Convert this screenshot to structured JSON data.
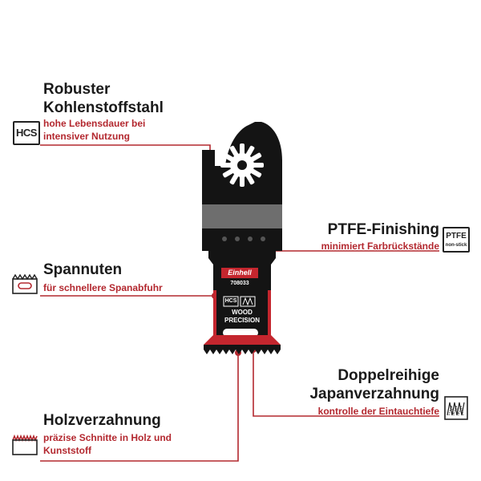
{
  "features": {
    "carbon_steel": {
      "title_line1": "Robuster",
      "title_line2": "Kohlenstoffstahl",
      "desc_line1": "hohe Lebensdauer bei",
      "desc_line2": "intensiver Nutzung",
      "icon": "hcs-icon",
      "icon_text": "HCS"
    },
    "ptfe": {
      "title": "PTFE-Finishing",
      "desc": "minimiert Farbrückstände",
      "icon": "ptfe-icon",
      "icon_text": "PTFE",
      "icon_subtext": "non-stick"
    },
    "chip_grooves": {
      "title": "Spannuten",
      "desc": "für schnellere Spanabfuhr",
      "icon": "chip-groove-icon"
    },
    "double_teeth": {
      "title_line1": "Doppelreihige",
      "title_line2": "Japanverzahnung",
      "desc": "kontrolle der Eintauchtiefe",
      "icon": "double-teeth-icon"
    },
    "wood_teeth": {
      "title": "Holzverzahnung",
      "desc_line1": "präzise Schnitte in Holz und",
      "desc_line2": "Kunststoff",
      "icon": "wood-teeth-icon"
    }
  },
  "blade": {
    "brand": "Einhell",
    "model_number": "708033",
    "badge_hcs": "HCS",
    "label_line1": "WOOD",
    "label_line2": "PRECISION"
  },
  "colors": {
    "accent_red": "#b3282f",
    "text_dark": "#1a1a1a",
    "blade_black": "#141414",
    "blade_band": "#6e6e6e"
  }
}
